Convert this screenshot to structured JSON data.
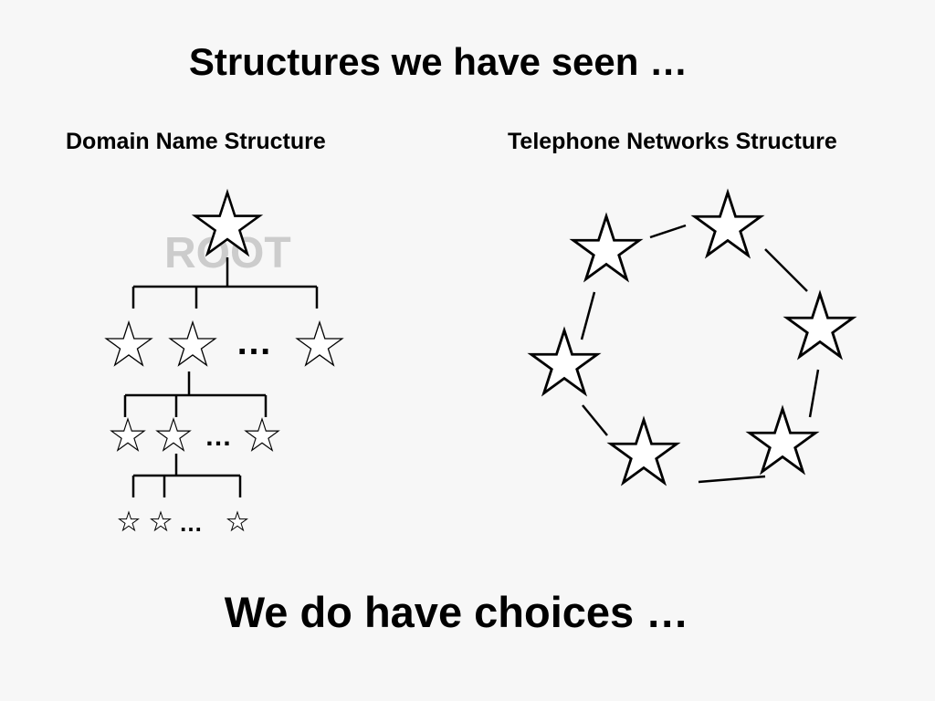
{
  "slide": {
    "title": "Structures we have seen …",
    "bottom_text": "We do have choices …"
  },
  "left_diagram": {
    "subtitle": "Domain Name Structure",
    "root_label": "ROOT",
    "ellipsis": "…"
  },
  "right_diagram": {
    "subtitle": "Telephone Networks Structure"
  }
}
